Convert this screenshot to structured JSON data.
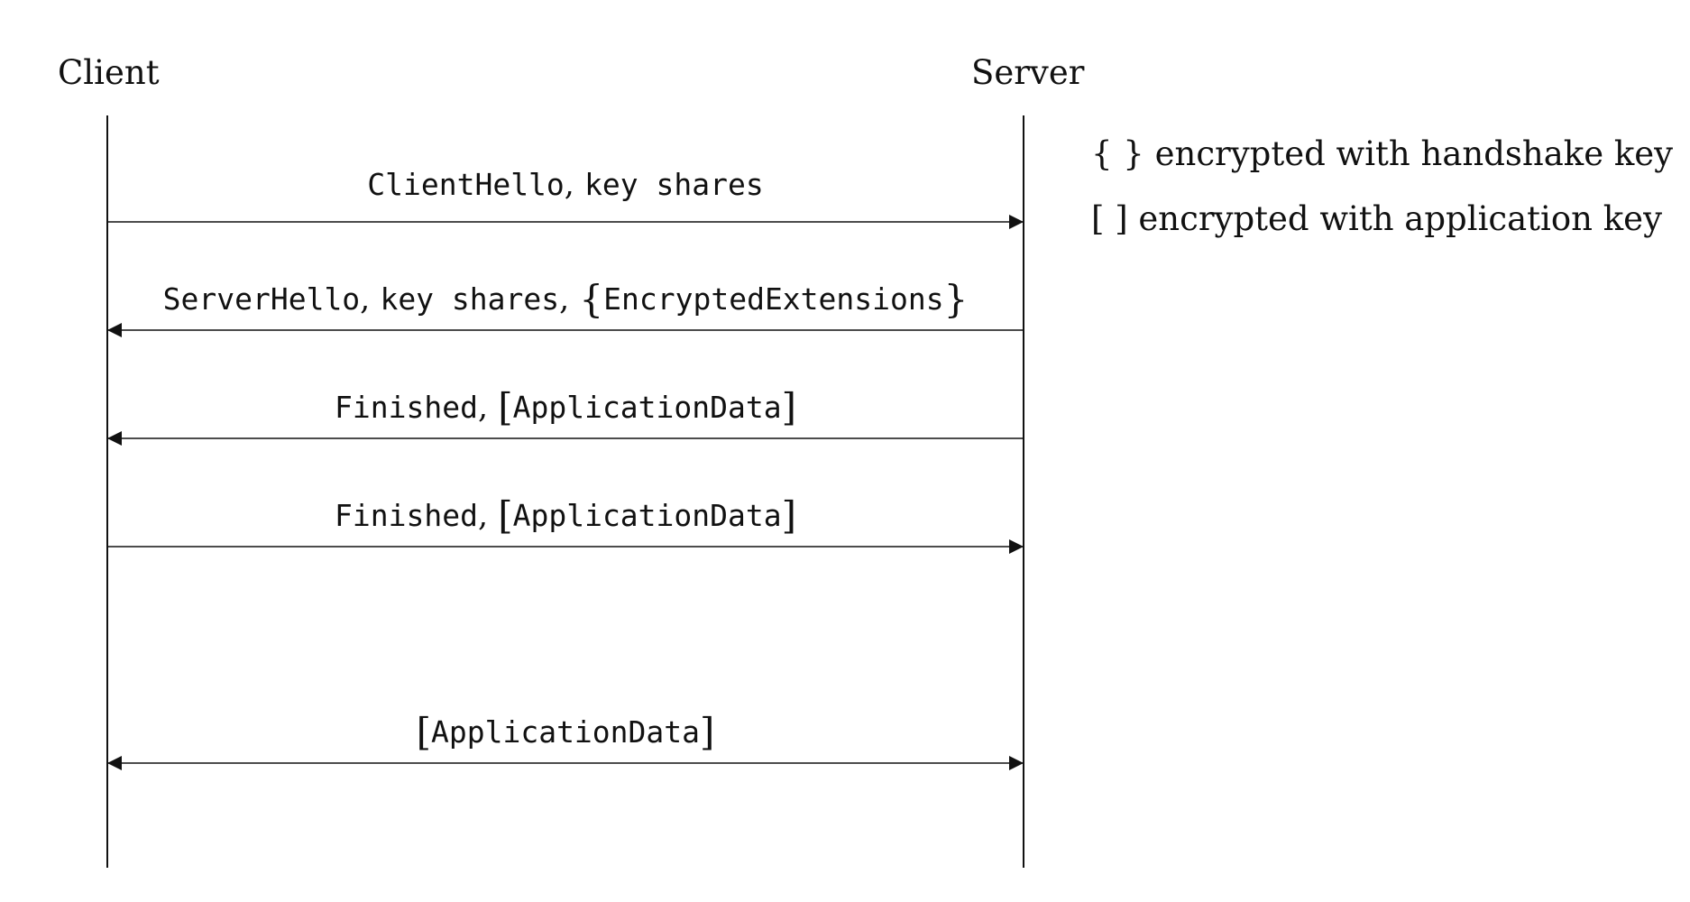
{
  "participants": {
    "client": "Client",
    "server": "Server"
  },
  "messages": [
    {
      "direction": "client-to-server",
      "parts": [
        {
          "text": "ClientHello",
          "style": "mono"
        },
        {
          "text": ", ",
          "style": "serif"
        },
        {
          "text": "key shares",
          "style": "mono"
        }
      ]
    },
    {
      "direction": "server-to-client",
      "parts": [
        {
          "text": "ServerHello",
          "style": "mono"
        },
        {
          "text": ", ",
          "style": "serif"
        },
        {
          "text": "key shares",
          "style": "mono"
        },
        {
          "text": ", ",
          "style": "serif"
        },
        {
          "text": "{",
          "style": "bracket"
        },
        {
          "text": "EncryptedExtensions",
          "style": "mono"
        },
        {
          "text": "}",
          "style": "bracket"
        }
      ]
    },
    {
      "direction": "server-to-client",
      "parts": [
        {
          "text": "Finished",
          "style": "mono"
        },
        {
          "text": ", ",
          "style": "serif"
        },
        {
          "text": "[",
          "style": "bracket"
        },
        {
          "text": "ApplicationData",
          "style": "mono"
        },
        {
          "text": "]",
          "style": "bracket"
        }
      ]
    },
    {
      "direction": "client-to-server",
      "parts": [
        {
          "text": "Finished",
          "style": "mono"
        },
        {
          "text": ", ",
          "style": "serif"
        },
        {
          "text": "[",
          "style": "bracket"
        },
        {
          "text": "ApplicationData",
          "style": "mono"
        },
        {
          "text": "]",
          "style": "bracket"
        }
      ]
    },
    {
      "direction": "bidirectional",
      "parts": [
        {
          "text": "[",
          "style": "bracket"
        },
        {
          "text": "ApplicationData",
          "style": "mono"
        },
        {
          "text": "]",
          "style": "bracket"
        }
      ]
    }
  ],
  "legend": [
    {
      "symbol": "{ }",
      "text": "encrypted with handshake key"
    },
    {
      "symbol": "[ ]",
      "text": "encrypted with application key"
    }
  ],
  "colors": {
    "line": "#111111",
    "text": "#111111",
    "background": "#ffffff"
  }
}
